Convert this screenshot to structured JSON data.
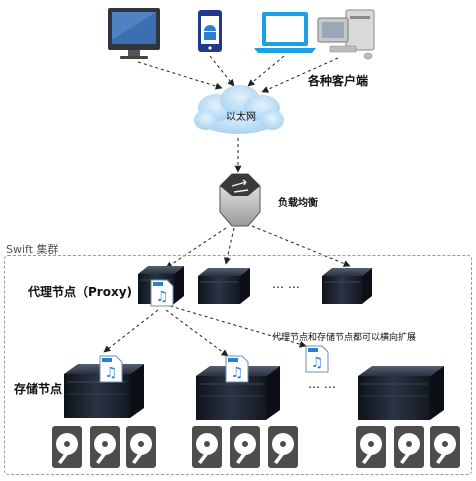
{
  "labels": {
    "clients": "各种客户端",
    "ethernet": "以太网",
    "load_balancer": "负载均衡",
    "cluster": "Swift 集群",
    "proxy_node": "代理节点（Proxy)",
    "storage_node": "存储节点",
    "scale_note": "代理节点和存储节点都可以横向扩展",
    "ellipsis_proxy": "… …",
    "ellipsis_storage": "… …"
  },
  "icons": {
    "clients": [
      "monitor-icon",
      "android-phone-icon",
      "laptop-icon",
      "desktop-pc-icon"
    ],
    "cloud": "cloud-icon",
    "balancer": "load-balancer-icon",
    "server": "server-icon",
    "audio_file": "audio-file-icon",
    "disk": "hard-disk-icon"
  },
  "colors": {
    "cloud": "#b9dcf5",
    "laptop": "#1da1e6",
    "server": "#1b2230",
    "file_note": "#2a7fd0",
    "disk": "#555555"
  }
}
